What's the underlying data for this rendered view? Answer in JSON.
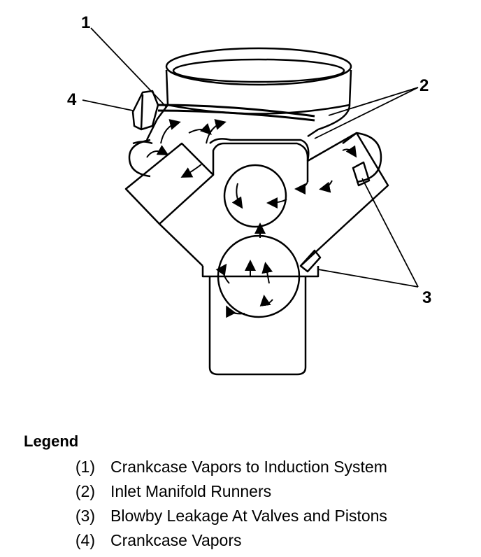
{
  "callouts": {
    "c1": "1",
    "c2": "2",
    "c3": "3",
    "c4": "4"
  },
  "legend": {
    "title": "Legend",
    "items": [
      {
        "num": "(1)",
        "text": "Crankcase Vapors to Induction System"
      },
      {
        "num": "(2)",
        "text": "Inlet Manifold Runners"
      },
      {
        "num": "(3)",
        "text": "Blowby Leakage At Valves and Pistons"
      },
      {
        "num": "(4)",
        "text": "Crankcase Vapors"
      }
    ]
  },
  "colors": {
    "ink": "#000000",
    "paper": "#ffffff"
  }
}
